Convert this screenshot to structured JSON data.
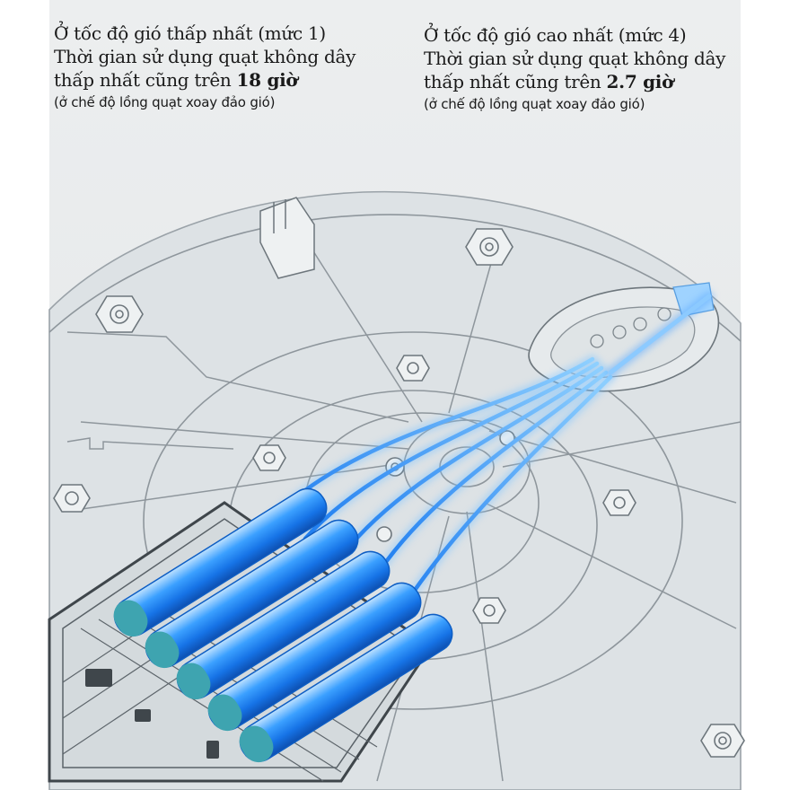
{
  "captions": {
    "left": {
      "line1": "Ở tốc độ gió thấp nhất (mức 1)",
      "line2": "Thời gian sử dụng quạt không dây",
      "line3_prefix": "thấp nhất cũng trên ",
      "line3_highlight": "18 giờ",
      "line4": "(ở chế độ lồng quạt xoay đảo gió)"
    },
    "right": {
      "line1": "Ở tốc độ gió cao nhất (mức 4)",
      "line2": "Thời gian sử dụng quạt không dây",
      "line3_prefix": "thấp nhất cũng trên ",
      "line3_highlight": "2.7 giờ",
      "line4": "(ở chế độ lồng quạt xoay đảo gió)"
    }
  },
  "illustration": {
    "subject": "transparent fan base with internal battery pack",
    "colors": {
      "background": "#e9ebec",
      "panel": "#dadfe2",
      "structure_line": "#8e969c",
      "battery_blue": "#1f8fff",
      "battery_teal": "#3ea4b0",
      "glow": "#5fb4ff"
    },
    "battery_cells": 5
  }
}
